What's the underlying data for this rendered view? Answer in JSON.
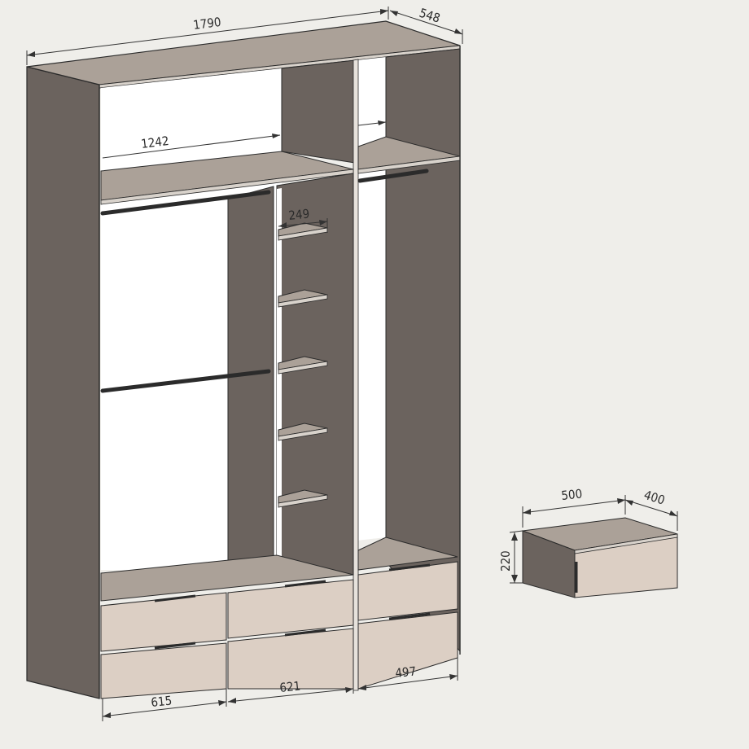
{
  "colors": {
    "background": "#efeeea",
    "panel_dark": "#6b635e",
    "panel_top": "#aba198",
    "drawer_front": "#dccfc4",
    "interior_white": "#ffffff",
    "rail": "#2b2b2b",
    "dimension_line": "#333333"
  },
  "wardrobe": {
    "dimensions": {
      "overall_width": "1790",
      "depth": "548",
      "left_section_inner": "1242",
      "shelf_depth": "249",
      "drawer_left_width": "615",
      "drawer_middle_width": "621",
      "drawer_right_width": "497"
    },
    "shelf_count": 5,
    "drawer_rows": 2
  },
  "nightstand": {
    "dimensions": {
      "width": "500",
      "depth": "400",
      "height": "220"
    }
  }
}
